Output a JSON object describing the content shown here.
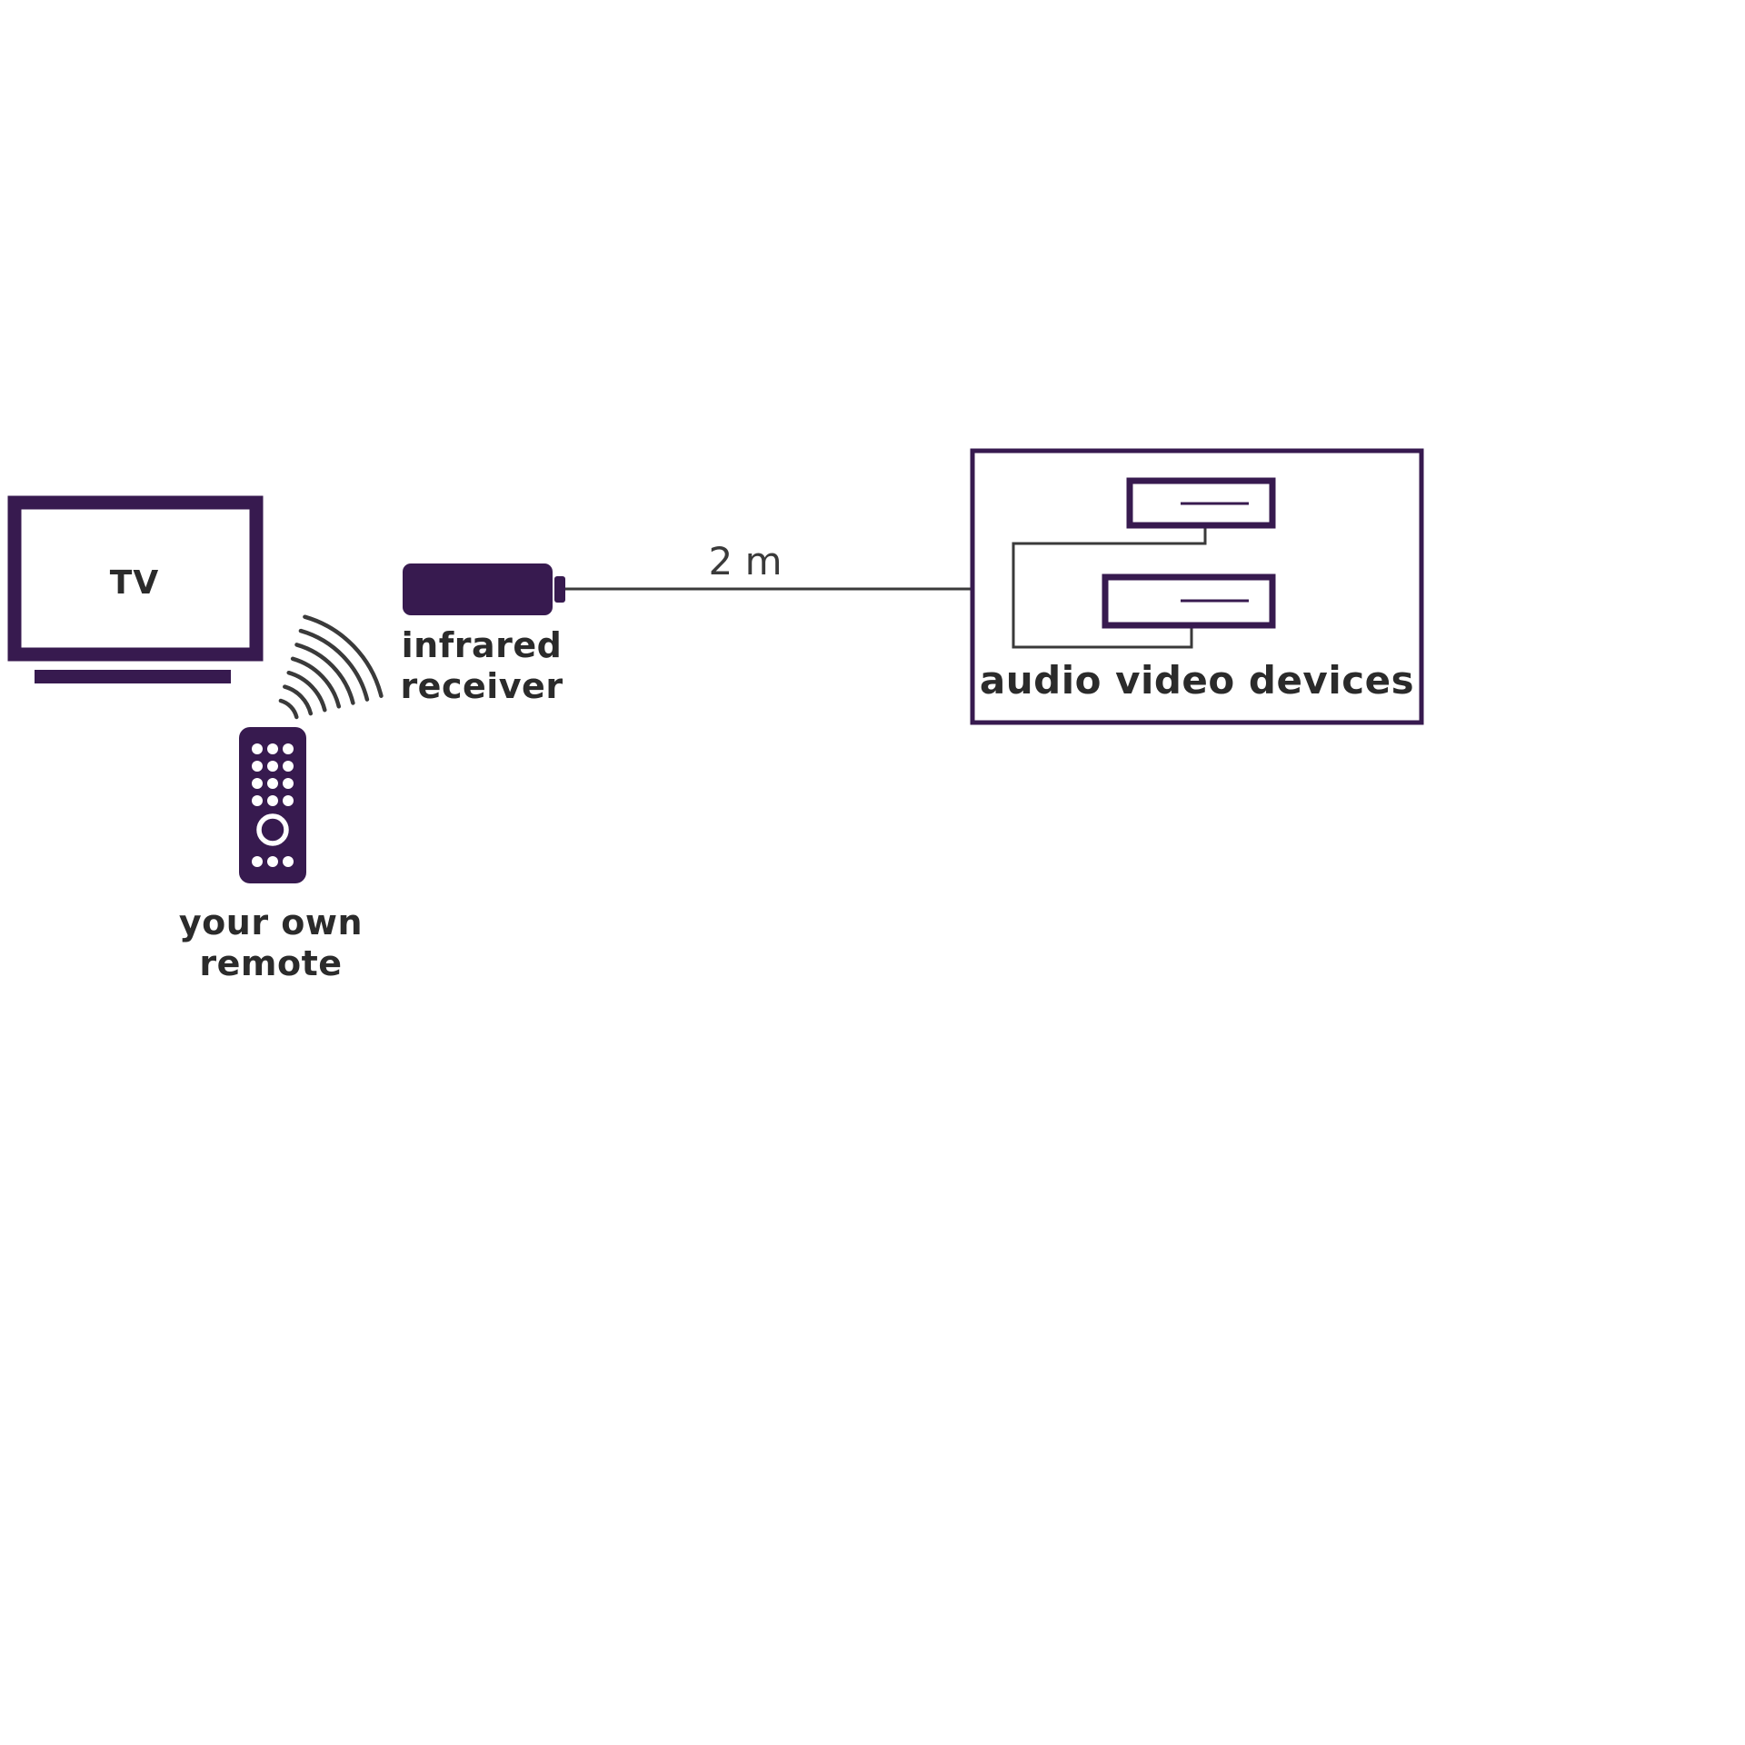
{
  "diagram": {
    "tv": {
      "label": "TV"
    },
    "remote": {
      "label_line1": "your own",
      "label_line2": "remote"
    },
    "receiver": {
      "label_line1": "infrared",
      "label_line2": "receiver"
    },
    "cable": {
      "length_label": "2 m"
    },
    "devices": {
      "label": "audio video devices"
    }
  },
  "colors": {
    "purple": "#371a4f",
    "wire": "#3a3a3a",
    "text": "#2b2b2b",
    "background": "#ffffff"
  }
}
